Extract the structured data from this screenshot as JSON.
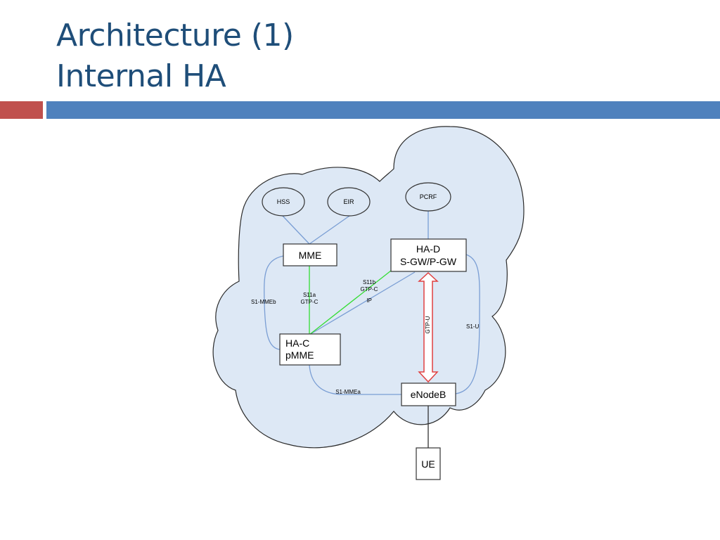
{
  "slide": {
    "title_line1": "Architecture (1)",
    "title_line2": "Internal HA"
  },
  "colors": {
    "title": "#1f4e79",
    "accent_red": "#c0504d",
    "accent_blue": "#4f81bd",
    "cloud_fill": "#dde8f5",
    "link_blue": "#7a9ed4",
    "link_green": "#33dd33",
    "arrow_red": "#e04040"
  },
  "diagram": {
    "nodes": {
      "hss": "HSS",
      "eir": "EIR",
      "pcrf": "PCRF",
      "mme": "MME",
      "had_line1": "HA-D",
      "had_line2": "S-GW/P-GW",
      "hac_line1": "HA-C",
      "hac_line2": "pMME",
      "enodeb": "eNodeB",
      "ue": "UE"
    },
    "links": {
      "s1_mmeb": "S1-MMEb",
      "s11a_line1": "S11a",
      "s11a_line2": "GTP-C",
      "s11b_line1": "S11b",
      "s11b_line2": "GTP-C",
      "ip": "IP",
      "gtp_u": "GTP-U",
      "s1_u": "S1-U",
      "s1_mmea": "S1-MMEa"
    }
  }
}
